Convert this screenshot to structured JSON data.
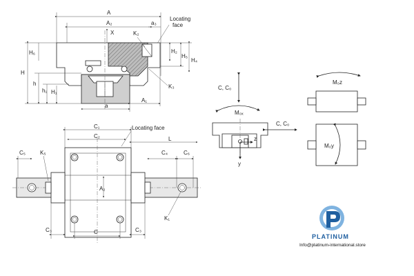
{
  "section_view": {
    "labels": {
      "A": "A",
      "A2": "A₂",
      "a3": "a₃",
      "X": "X",
      "locating_face": "Locating",
      "locating_face_2": "face",
      "K2": "K₂",
      "K3": "K₃",
      "H": "H",
      "H6": "H₆",
      "h": "h",
      "h1": "h₁",
      "H1": "H₁",
      "H2": "H₂",
      "H5": "H₅",
      "H4": "H₄",
      "a": "a",
      "A1": "A₁"
    }
  },
  "plan_view": {
    "labels": {
      "C1": "C₁",
      "C2": "C₂",
      "locating_face": "Locating face",
      "L": "L",
      "C5": "C₅",
      "K5": "K₅",
      "C4": "C₄",
      "C6": "C₆",
      "A2": "A₂",
      "K1": "K₁",
      "C3_left": "C₃",
      "C": "C",
      "C3_right": "C₃"
    }
  },
  "load_diagram": {
    "labels": {
      "load_top": "C, C₀",
      "Mox": "M₀ₓ",
      "load_right": "C, C₀",
      "z": "z",
      "y": "y"
    }
  },
  "moment_diagrams": {
    "labels": {
      "Moz": "M₀z",
      "Moy": "M₀y"
    }
  },
  "brand": {
    "name": "PLATINUM",
    "email": "Info@platinum-international.store",
    "colors": {
      "primary": "#1f5fa0",
      "secondary": "#7fb3e0"
    },
    "logo_icon": "platinum-p-logo-icon"
  }
}
